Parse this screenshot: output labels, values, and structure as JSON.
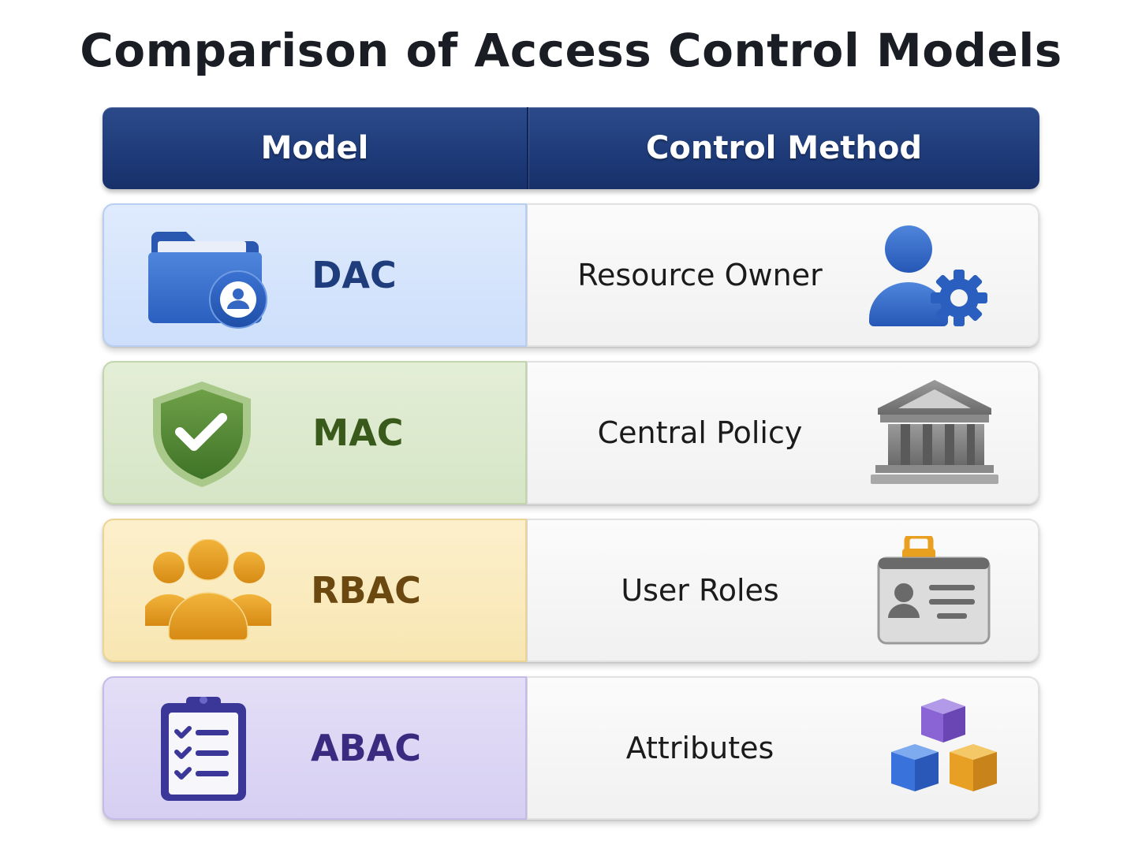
{
  "title": "Comparison of Access Control Models",
  "header": {
    "model_label": "Model",
    "method_label": "Control Method"
  },
  "rows": [
    {
      "model": "DAC",
      "method": "Resource Owner",
      "model_icon": "folder-user-icon",
      "method_icon": "user-gear-icon",
      "color": "#cddffb"
    },
    {
      "model": "MAC",
      "method": "Central Policy",
      "model_icon": "shield-check-icon",
      "method_icon": "government-building-icon",
      "color": "#d6e5c6"
    },
    {
      "model": "RBAC",
      "method": "User Roles",
      "model_icon": "user-group-icon",
      "method_icon": "id-badge-icon",
      "color": "#f8e6b2"
    },
    {
      "model": "ABAC",
      "method": "Attributes",
      "model_icon": "checklist-clipboard-icon",
      "method_icon": "cubes-icon",
      "color": "#d6cff2"
    }
  ]
}
